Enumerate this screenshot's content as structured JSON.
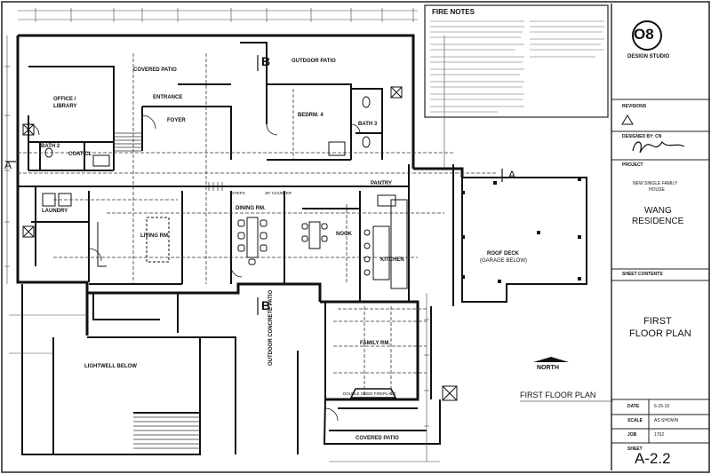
{
  "fire_notes": {
    "title": "FIRE NOTES"
  },
  "title_block": {
    "firm_logo": "O8",
    "firm_name": "DESIGN STUDIO",
    "revisions_label": "REVISIONS",
    "designed_by_label": "DESIGNED BY: CN",
    "project_label": "PROJECT",
    "project_type_1": "NEW SINGLE FAMILY",
    "project_type_2": "HOUSE",
    "project_name_1": "WANG",
    "project_name_2": "RESIDENCE",
    "sheet_contents_label": "SHEET CONTENTS",
    "sheet_title_1": "FIRST",
    "sheet_title_2": "FLOOR PLAN",
    "date_label": "DATE",
    "date_value": "6-15-15",
    "scale_label": "SCALE",
    "scale_value": "AS SHOWN",
    "job_label": "JOB",
    "job_value": "1702",
    "sheet_label": "SHEET",
    "sheet_number": "A-2.2"
  },
  "plan": {
    "title": "FIRST FLOOR PLAN",
    "north_label": "NORTH",
    "section_b": "B",
    "section_a": "A",
    "rooms": {
      "outdoor_patio": "OUTDOOR PATIO",
      "covered_patio_top": "COVERED PATIO",
      "entrance": "ENTRANCE",
      "office": "OFFICE /",
      "library": "LIBRARY",
      "foyer": "FOYER",
      "bedroom": "BEDRM. 4",
      "bath_right": "BATH 3",
      "bath_left": "BATH 2",
      "coat_closet": "COAT CL",
      "laundry": "LAUNDRY",
      "living": "LIVING RM.",
      "dining": "DINING RM.",
      "nook": "NOOK",
      "kitchen": "KITCHEN",
      "pantry": "PANTRY",
      "roof_deck": "ROOF DECK",
      "garage_below": "(GARAGE BELOW)",
      "family": "FAMILY RM.",
      "lightwell": "LIGHTWELL BELOW",
      "outdoor_concrete_patio": "OUTDOOR CONCRETE PATIO",
      "covered_patio_bottom": "COVERED PATIO",
      "fireplace": "DOUBLE SIDED FIREPLACE",
      "steps": "STEPS",
      "counter": "36\" COUNTER"
    }
  }
}
